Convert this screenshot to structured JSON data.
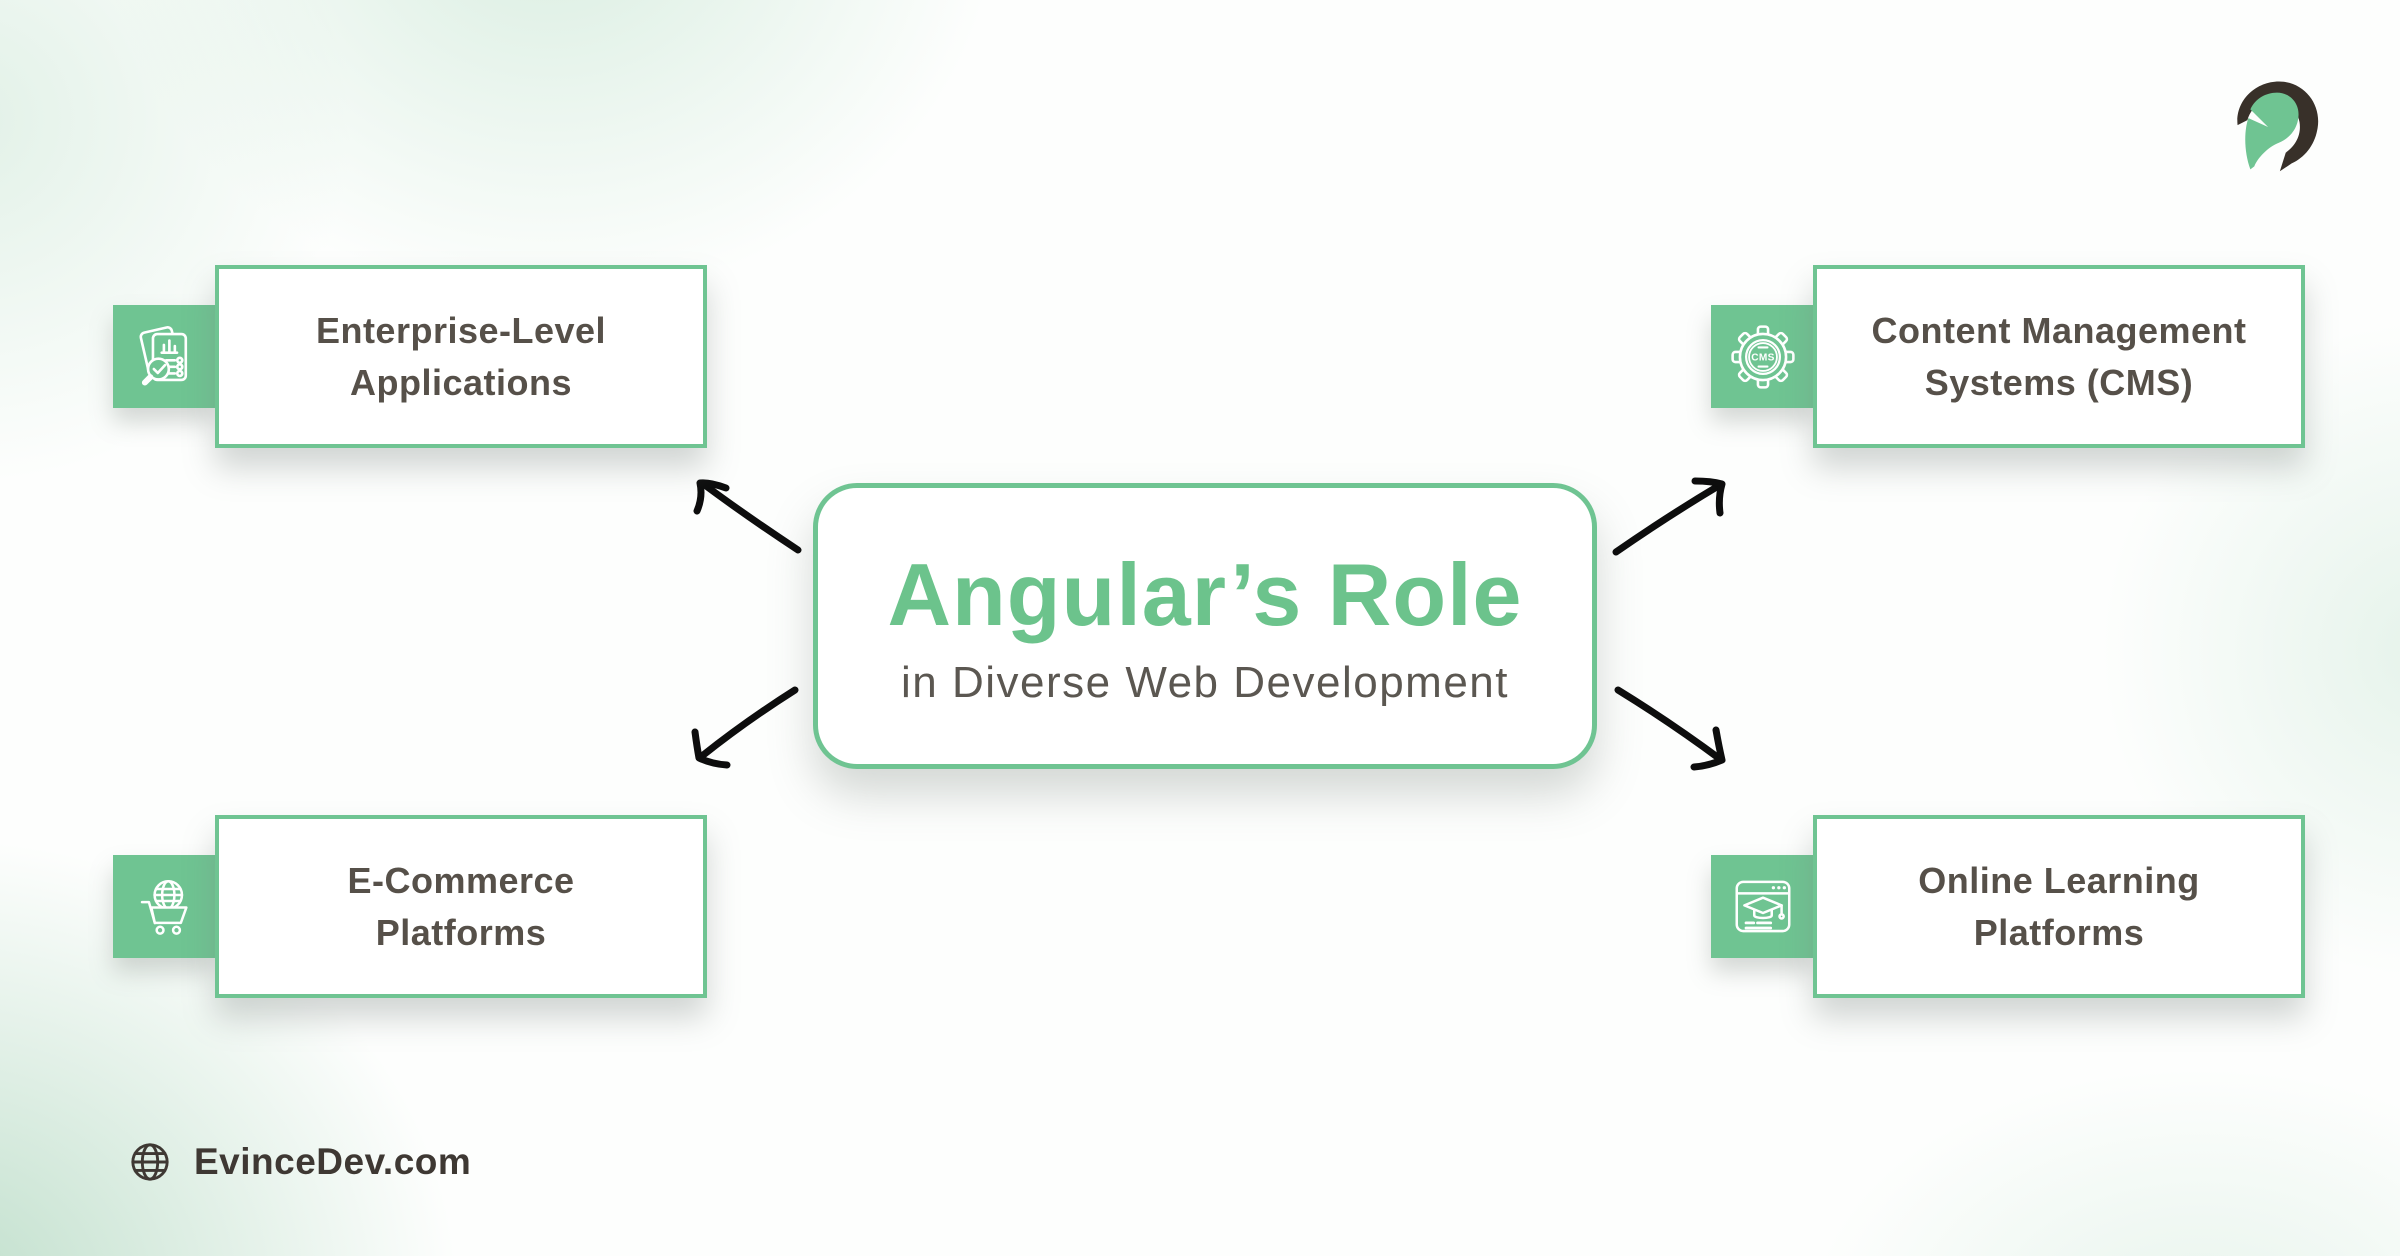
{
  "brand": {
    "logo_icon": "evincedev-spartan-helmet-logo"
  },
  "center": {
    "title": "Angular’s Role",
    "subtitle": "in Diverse Web Development"
  },
  "nodes": [
    {
      "id": "enterprise-level-applications",
      "line1": "Enterprise-Level",
      "line2": "Applications",
      "icon": "audit-documents-icon"
    },
    {
      "id": "content-management-systems",
      "line1": "Content Management",
      "line2": "Systems (CMS)",
      "icon": "cms-gear-icon",
      "icon_text": "CMS"
    },
    {
      "id": "e-commerce-platforms",
      "line1": "E-Commerce",
      "line2": "Platforms",
      "icon": "cart-globe-icon"
    },
    {
      "id": "online-learning-platforms",
      "line1": "Online Learning",
      "line2": "Platforms",
      "icon": "browser-graduation-cap-icon"
    }
  ],
  "footer": {
    "website": "EvinceDev.com",
    "icon": "globe-icon"
  },
  "colors": {
    "accent_green": "#6FC492",
    "title_green": "#6CC38C",
    "label_dark": "#565049",
    "subtitle_gray": "#5B5751",
    "footer_dark": "#3E3833",
    "logo_dark": "#383029",
    "arrow_black": "#0D0D0D",
    "box_background": "#FFFFFF"
  }
}
